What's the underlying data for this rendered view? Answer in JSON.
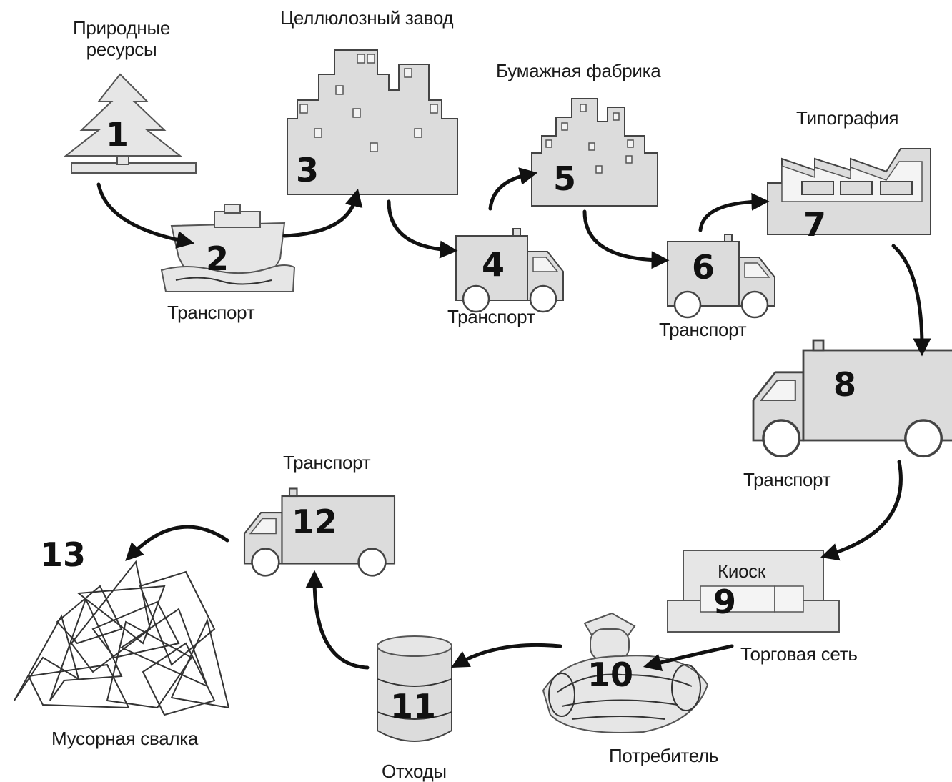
{
  "nodes": {
    "n1": {
      "number": "1",
      "label_line1": "Природные",
      "label_line2": "ресурсы"
    },
    "n2": {
      "number": "2",
      "label": "Транспорт"
    },
    "n3": {
      "number": "3",
      "label": "Целлюлозный завод"
    },
    "n4": {
      "number": "4",
      "label": "Транспорт"
    },
    "n5": {
      "number": "5",
      "label": "Бумажная фабрика"
    },
    "n6": {
      "number": "6",
      "label": "Транспорт"
    },
    "n7": {
      "number": "7",
      "label": "Типография"
    },
    "n8": {
      "number": "8",
      "label": "Транспорт"
    },
    "n9": {
      "number": "9",
      "label": "Торговая сеть",
      "sign": "Киоск"
    },
    "n10": {
      "number": "10",
      "label": "Потребитель"
    },
    "n11": {
      "number": "11",
      "label": "Отходы"
    },
    "n12": {
      "number": "12",
      "label": "Транспорт"
    },
    "n13": {
      "number": "13",
      "label": "Мусорная свалка"
    }
  },
  "icons": {
    "n1": "tree-icon",
    "n2": "ship-icon",
    "n3": "factory-buildings-icon",
    "n4": "truck-icon",
    "n5": "factory-buildings-icon",
    "n6": "truck-icon",
    "n7": "printing-house-icon",
    "n8": "truck-icon",
    "n9": "kiosk-icon",
    "n10": "consumer-newspaper-icon",
    "n11": "barrel-icon",
    "n12": "truck-icon",
    "n13": "landfill-icon"
  },
  "flow": [
    [
      "1",
      "2"
    ],
    [
      "2",
      "3"
    ],
    [
      "3",
      "4"
    ],
    [
      "4",
      "5"
    ],
    [
      "5",
      "6"
    ],
    [
      "6",
      "7"
    ],
    [
      "7",
      "8"
    ],
    [
      "8",
      "9"
    ],
    [
      "9",
      "10"
    ],
    [
      "10",
      "11"
    ],
    [
      "11",
      "12"
    ],
    [
      "12",
      "13"
    ]
  ],
  "colors": {
    "shape_fill": "#dcdcdc",
    "stroke": "#444444",
    "arrow": "#111111"
  }
}
